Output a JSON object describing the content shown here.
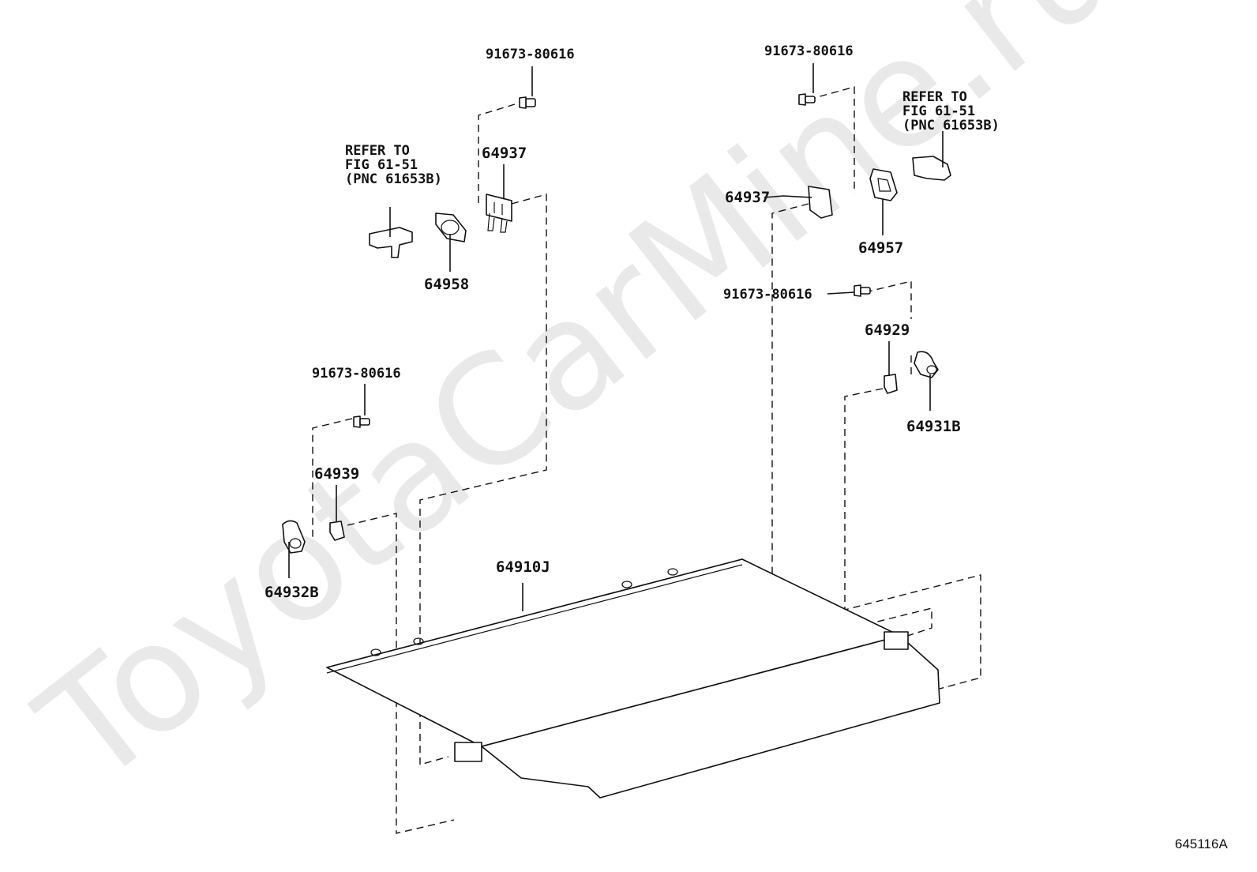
{
  "watermark": "ToyotaCarMine.ru",
  "figure_code": "645116A",
  "labels": {
    "bolt_top_left": "91673-80616",
    "bolt_top_right": "91673-80616",
    "bolt_mid_right": "91673-80616",
    "bolt_left": "91673-80616",
    "p64937_left": "64937",
    "p64937_right": "64937",
    "p64958": "64958",
    "p64957": "64957",
    "p64929": "64929",
    "p64931b": "64931B",
    "p64939": "64939",
    "p64932b": "64932B",
    "p64910j": "64910J"
  },
  "refer_left": [
    "REFER TO",
    "FIG 61-51",
    "(PNC 61653B)"
  ],
  "refer_right": [
    "REFER TO",
    "FIG 61-51",
    "(PNC 61653B)"
  ]
}
